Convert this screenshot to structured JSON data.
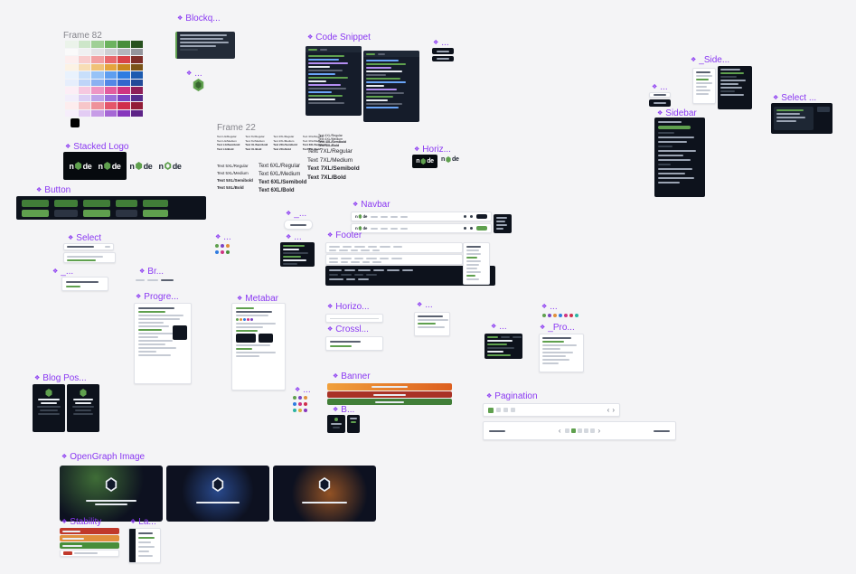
{
  "icons": {
    "diamond": "❖"
  },
  "colors": {
    "canvas_bg": "#f4f4f6",
    "component_purple": "#8a38f2",
    "frame_label_gray": "#85858c",
    "node_green": "#5fa04e",
    "dark_panel": "#0d121c"
  },
  "frames": {
    "frame82": {
      "label": "Frame 82"
    },
    "blockquote": {
      "label": "Blockq..."
    },
    "hexagon": {
      "label": "..."
    },
    "code_snippet": {
      "label": "Code Snippet"
    },
    "code_tabs": {
      "label": "..."
    },
    "side_item": {
      "label": "_Side..."
    },
    "mini_nav": {
      "label": "..."
    },
    "sidebar": {
      "label": "Sidebar"
    },
    "select_dark": {
      "label": "Select ..."
    },
    "stacked_logo": {
      "label": "Stacked Logo"
    },
    "frame22": {
      "label": "Frame 22"
    },
    "button": {
      "label": "Button"
    },
    "select_light": {
      "label": "Select"
    },
    "text_input": {
      "label": "_..."
    },
    "breadcrumb": {
      "label": "Br..."
    },
    "progression": {
      "label": "Progre..."
    },
    "metabar": {
      "label": "Metabar"
    },
    "avatar_small": {
      "label": "..."
    },
    "pill": {
      "label": "_..."
    },
    "codebox_mini": {
      "label": "..."
    },
    "navbar": {
      "label": "Navbar"
    },
    "footer": {
      "label": "Footer"
    },
    "horizontal_logo": {
      "label": "Horiz..."
    },
    "horizontal_rule": {
      "label": "Horizo..."
    },
    "crosslink": {
      "label": "Crossl..."
    },
    "card_mini": {
      "label": "..."
    },
    "codebox_dark": {
      "label": "..."
    },
    "avatar_row": {
      "label": "..."
    },
    "progress_mini": {
      "label": "_Pro..."
    },
    "blog_posts": {
      "label": "Blog Pos..."
    },
    "avatar_group": {
      "label": "..."
    },
    "banner": {
      "label": "Banner"
    },
    "badge_mini": {
      "label": "B..."
    },
    "pagination_frame": {
      "label": "Pagination"
    },
    "opengraph": {
      "label": "OpenGraph Image"
    },
    "stability": {
      "label": "Stability"
    },
    "language": {
      "label": "La..."
    }
  },
  "logo": {
    "prefix": "n",
    "suffix": "de"
  },
  "typography": {
    "tiny": [
      [
        "Text LG/Regular",
        "Text LG/Medium",
        "Text LG/Semibold",
        "Text LG/Bold"
      ],
      [
        "Text XL/Regular",
        "Text XL/Medium",
        "Text XL/Semibold",
        "Text XL/Bold"
      ],
      [
        "Text 2XL/Regular",
        "Text 2XL/Medium",
        "Text 2XL/Semibold",
        "Text 2XL/Bold"
      ],
      [
        "Text 3XL/Regular",
        "Text 3XL/Medium",
        "Text 3XL/Semibold",
        "Text 3XL/Bold"
      ]
    ],
    "col4xl": [
      "Text 4XL/Regular",
      "Text 4XL/Medium",
      "Text 4XL/Semibold",
      "Text 4XL/Bold"
    ],
    "col5xl": [
      "Text 5XL/Regular",
      "Text 5XL/Medium",
      "Text 5XL/Semibold",
      "Text 5XL/Bold"
    ],
    "col6xl": [
      "Text 6XL/Regular",
      "Text 6XL/Medium",
      "Text 6XL/Semibold",
      "Text 6XL/Bold"
    ],
    "col7xl": [
      "Text 7XL/Regular",
      "Text 7XL/Medium",
      "Text 7XL/Semibold",
      "Text 7XL/Bold"
    ]
  },
  "palette": {
    "rows": [
      [
        "#ebf3ea",
        "#cde6c9",
        "#a0d096",
        "#6cb35f",
        "#478e3a",
        "#27511f"
      ],
      [
        "#fafafa",
        "#f0f0f1",
        "#e3e3e6",
        "#cfd0d4",
        "#b4b5bb",
        "#94959c"
      ],
      [
        "#fdeeee",
        "#f8cdcd",
        "#f2a0a2",
        "#e96a6e",
        "#d94348",
        "#7e2f29"
      ],
      [
        "#fcf2e4",
        "#f7ddb5",
        "#f0c278",
        "#e5a43e",
        "#c9861f",
        "#7a5418"
      ],
      [
        "#e9f2fd",
        "#c8dffb",
        "#97c3f7",
        "#5e9ef0",
        "#2f7ce0",
        "#1d5bb0"
      ],
      [
        "#e6eefc",
        "#bed4f8",
        "#8bb1f1",
        "#5387e6",
        "#3366cc",
        "#224a99"
      ],
      [
        "#fceef6",
        "#f6c8e0",
        "#ee96c4",
        "#e25d9f",
        "#ce3482",
        "#8f2059"
      ],
      [
        "#f2eefb",
        "#dccff5",
        "#bda4ea",
        "#9a70da",
        "#7b44c4",
        "#552d8d"
      ],
      [
        "#fdedee",
        "#f7c6c9",
        "#ef929a",
        "#e4566a",
        "#d02e4c",
        "#921c37"
      ],
      [
        "#f6eefb",
        "#e3ccf4",
        "#c79ce7",
        "#a667d5",
        "#8736bd",
        "#5d2387"
      ]
    ],
    "extra": "#000000"
  },
  "dots": {
    "small1": [
      "#5fa04e",
      "#7b44c4",
      "#e08f3c"
    ],
    "small2": [
      "#2f7ce0",
      "#ce3482",
      "#478e3a"
    ],
    "group1": [
      "#5fa04e",
      "#7b44c4",
      "#e08f3c"
    ],
    "group2": [
      "#2f7ce0",
      "#ce3482",
      "#d02e4c"
    ],
    "group3": [
      "#2bb3a3",
      "#d9b13b",
      "#8736bd"
    ],
    "row7": [
      "#5fa04e",
      "#7b44c4",
      "#e08f3c",
      "#2f7ce0",
      "#ce3482",
      "#d02e4c",
      "#2bb3a3"
    ],
    "metabar": [
      "#5fa04e",
      "#e08f3c",
      "#2f7ce0",
      "#ce3482",
      "#7b44c4"
    ]
  },
  "banner": {
    "strips": [
      "linear-gradient(90deg,#f0a03c,#dd5f1f)",
      "#a93226",
      "#417e38"
    ]
  },
  "stability": {
    "strips": [
      "#c0392b",
      "#e08f3c",
      "#478e3a"
    ],
    "chip": "#c0392b"
  },
  "buttons": {
    "row1": [
      "#417e38",
      "#417e38",
      "#417e38",
      "#417e38",
      "#417e38"
    ],
    "row2": [
      "#5fa04e",
      "#2c3442",
      "#5fa04e",
      "#2c3442",
      "#5fa04e"
    ]
  },
  "opengraph": {
    "glows": [
      "rgba(96,170,70,0.6)",
      "rgba(64,120,230,0.55)",
      "rgba(235,125,40,0.6)"
    ]
  },
  "pagination": {
    "prev_icon": "‹",
    "next_icon": "›"
  }
}
